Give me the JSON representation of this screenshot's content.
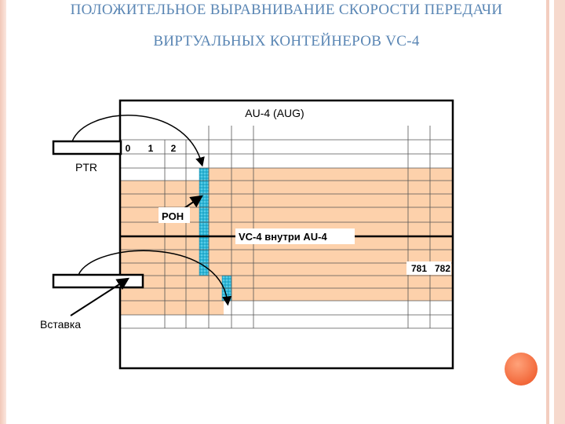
{
  "title": {
    "line1": "ПОЛОЖИТЕЛЬНОЕ ВЫРАВНИВАНИЕ СКОРОСТИ ПЕРЕДАЧИ",
    "line2": "ВИРТУАЛЬНЫХ КОНТЕЙНЕРОВ VC-4"
  },
  "diagram": {
    "au4_label": "AU-4 (AUG)",
    "col_labels": [
      "0",
      "1",
      "2"
    ],
    "ptr_label": "PTR",
    "poh_label": "POH",
    "vc4_label": "VC-4 внутри AU-4",
    "col_781": "781",
    "col_782": "782",
    "insert_label": "Вставка"
  },
  "colors": {
    "title": "#5a86b4",
    "payload_fill": "#fdd1ab",
    "poh_fill": "#2fb7d8",
    "accent": "#f2683a"
  }
}
